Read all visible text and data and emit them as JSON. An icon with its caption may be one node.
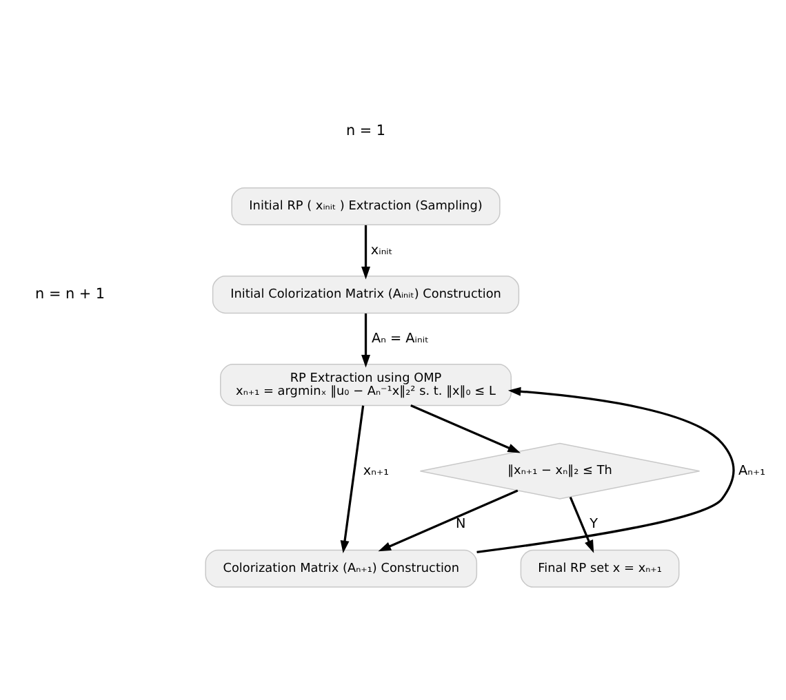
{
  "diagram": {
    "nodes": [
      {
        "text": [
          "Initial RP ( xᵢₙᵢₜ ) Extraction (Sampling)"
        ]
      },
      {
        "text": [
          "Initial Colorization Matrix (Aᵢₙᵢₜ) Construction"
        ]
      },
      {
        "text": [
          "RP Extraction using OMP",
          "xₙ₊₁ = argminₓ ‖u₀ − Aₙ⁻¹x‖₂² s. t. ‖x‖₀ ≤ L"
        ]
      },
      {
        "text": [
          "‖xₙ₊₁ − xₙ‖₂ ≤ Th"
        ]
      },
      {
        "text": [
          "Colorization Matrix (Aₙ₊₁) Construction"
        ]
      },
      {
        "text": [
          "Final RP set x = xₙ₊₁"
        ]
      }
    ],
    "edges": [
      {
        "from": 0,
        "to": 1,
        "arrow": "to",
        "label": "xᵢₙᵢₜ"
      },
      {
        "from": 1,
        "to": 2,
        "arrow": "to",
        "label": "Aₙ = Aᵢₙᵢₜ"
      },
      {
        "from": 2,
        "to": 3,
        "arrow": "to"
      },
      {
        "from": 3,
        "to": 4,
        "arrow": "to",
        "label": "N"
      },
      {
        "from": 2,
        "to": 4,
        "arrow": "to",
        "label": "xₙ₊₁"
      },
      {
        "from": 4,
        "to": 2,
        "arrow": "to",
        "label": "Aₙ₊₁"
      },
      {
        "from": 3,
        "to": 5,
        "arrow": "to",
        "label": "Y"
      }
    ],
    "labels": [
      "n = 1",
      "n = n + 1"
    ]
  }
}
